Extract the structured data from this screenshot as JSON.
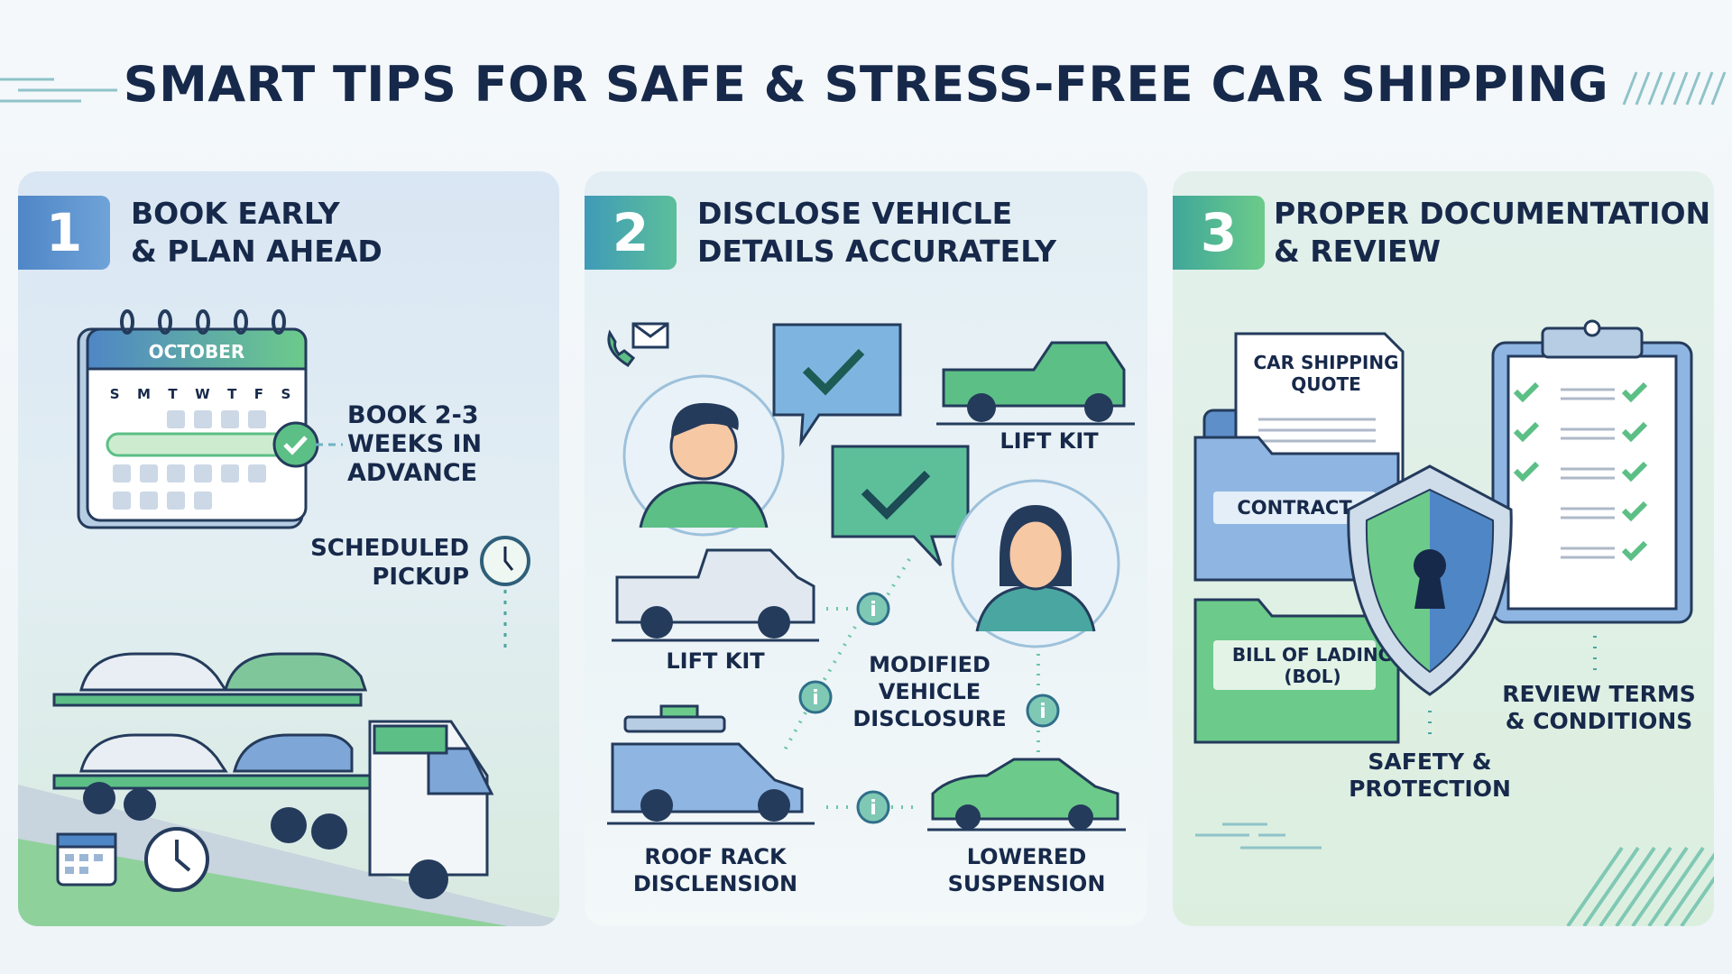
{
  "title": "SMART TIPS FOR SAFE & STRESS-FREE CAR SHIPPING",
  "colors": {
    "navy": "#17294a",
    "blue": "#4f86c6",
    "green": "#5cbf86",
    "teal": "#4aa6a0"
  },
  "panels": [
    {
      "number": "1",
      "heading": "BOOK EARLY\n& PLAN AHEAD",
      "calendar": {
        "month": "OCTOBER",
        "days": [
          "S",
          "M",
          "T",
          "W",
          "T",
          "F",
          "S"
        ]
      },
      "labels": {
        "advance": "BOOK 2-3\nWEEKS IN\nADVANCE",
        "pickup": "SCHEDULED\nPICKUP"
      },
      "icons": [
        "calendar-icon",
        "clock-icon",
        "car-carrier-truck"
      ]
    },
    {
      "number": "2",
      "heading": "DISCLOSE VEHICLE\nDETAILS ACCURATELY",
      "labels": {
        "lift_kit_top": "LIFT KIT",
        "lift_kit": "LIFT KIT",
        "modified": "MODIFIED\nVEHICLE\nDISCLOSURE",
        "roof_rack": "ROOF RACK\nDISCLENSION",
        "lowered": "LOWERED\nSUSPENSION"
      },
      "info_glyph": "i"
    },
    {
      "number": "3",
      "heading": "PROPER DOCUMENTATION\n& REVIEW",
      "labels": {
        "quote": "CAR SHIPPING\nQUOTE",
        "contract": "CONTRACT",
        "bol": "BILL OF LADING\n(BOL)",
        "review": "REVIEW TERMS\n& CONDITIONS",
        "safety": "SAFETY &\nPROTECTION"
      }
    }
  ]
}
